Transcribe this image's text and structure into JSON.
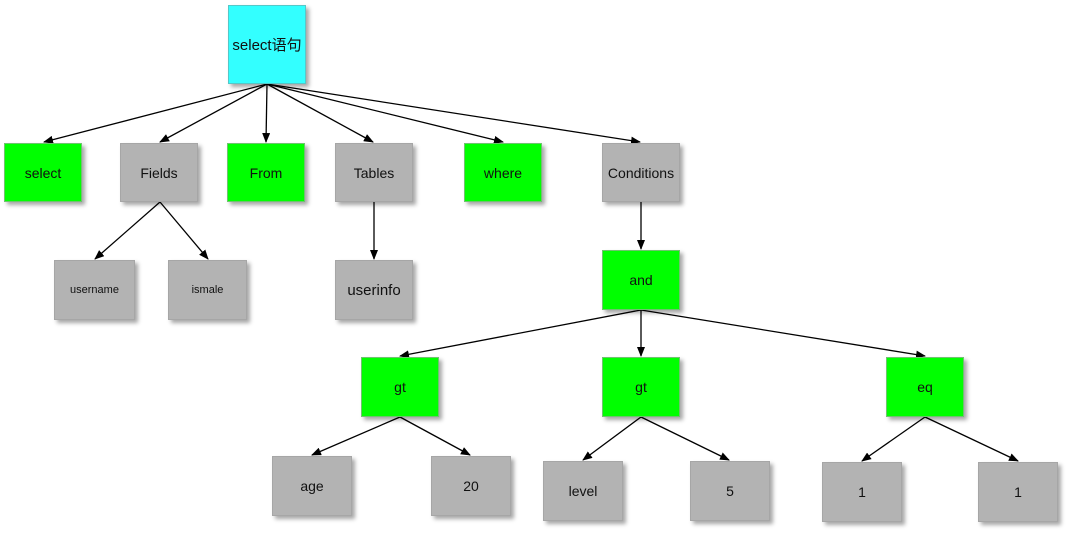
{
  "colors": {
    "root": "#33ffff",
    "keyword": "#00ff00",
    "value": "#b3b3b3",
    "edge": "#000000"
  },
  "nodes": {
    "root": "select语句",
    "select_kw": "select",
    "fields": "Fields",
    "from_kw": "From",
    "tables": "Tables",
    "where_kw": "where",
    "conditions": "Conditions",
    "username": "username",
    "ismale": "ismale",
    "userinfo": "userinfo",
    "and_op": "and",
    "gt_1": "gt",
    "gt_2": "gt",
    "eq": "eq",
    "age": "age",
    "val_20": "20",
    "level": "level",
    "val_5": "5",
    "eq_left": "1",
    "eq_right": "1"
  }
}
